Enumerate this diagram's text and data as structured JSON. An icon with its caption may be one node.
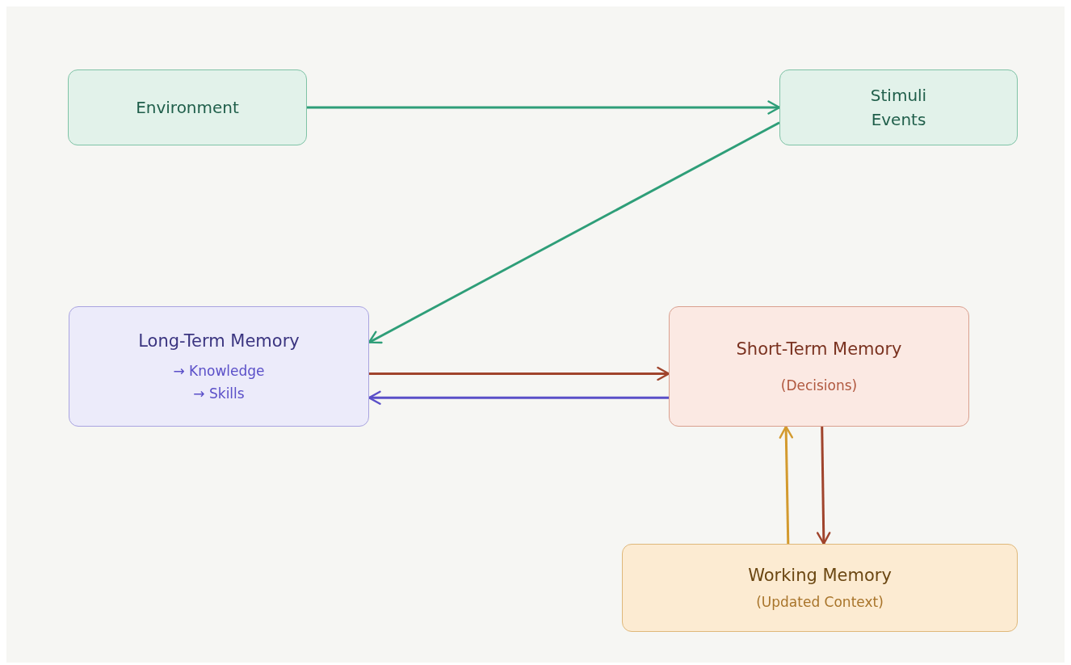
{
  "diagram": {
    "nodes": [
      {
        "text": [
          "Environment"
        ]
      },
      {
        "text": [
          "Stimuli Events"
        ]
      },
      {
        "text": [
          "Long-Term Memory",
          "→ Knowledge",
          "→ Skills"
        ]
      },
      {
        "text": [
          "Short-Term Memory",
          "(Decisions)"
        ]
      },
      {
        "text": [
          "Working Memory",
          "(Updated Context)"
        ]
      }
    ],
    "edges": [
      {
        "from": 0,
        "to": 1,
        "arrow": "to",
        "color": "#2e9e78"
      },
      {
        "from": 1,
        "to": 2,
        "arrow": "to",
        "color": "#2e9e78"
      },
      {
        "from": 2,
        "to": 3,
        "arrow": "to",
        "color": "#a0442c"
      },
      {
        "from": 3,
        "to": 2,
        "arrow": "to",
        "color": "#5a4fc8"
      },
      {
        "from": 4,
        "to": 3,
        "arrow": "to",
        "color": "#d39a2e"
      },
      {
        "from": 3,
        "to": 4,
        "arrow": "to",
        "color": "#a0442c"
      }
    ]
  }
}
